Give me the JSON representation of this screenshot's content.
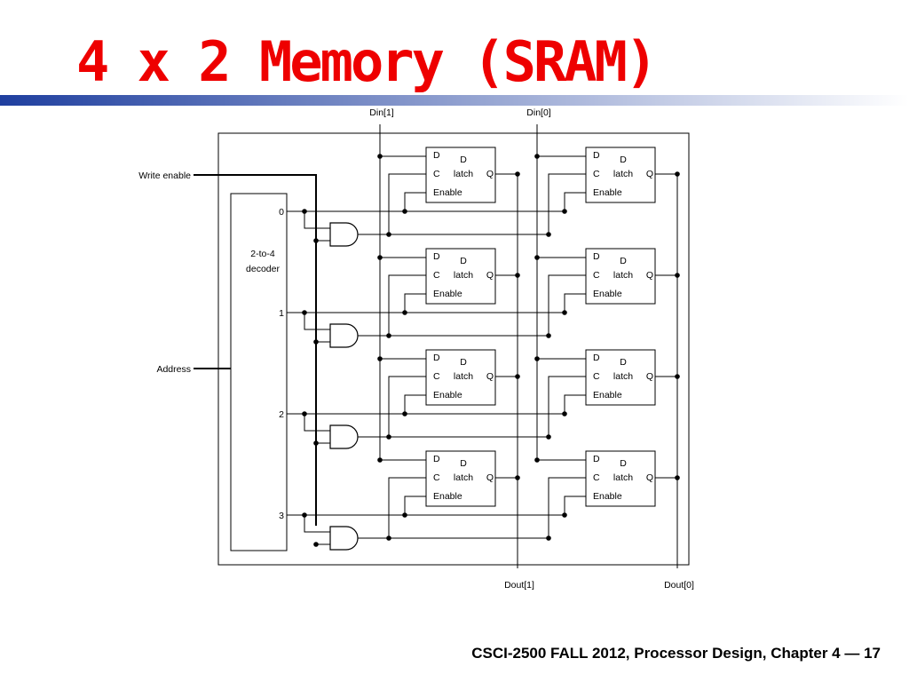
{
  "slide": {
    "title": "4 x 2 Memory (SRAM)",
    "footer": "CSCI-2500 FALL 2012, Processor Design, Chapter 4 — 17",
    "accent_color": "#ee0000",
    "rule_gradient": [
      "#1f3f9f",
      "#ffffff"
    ]
  },
  "diagram": {
    "inputs": {
      "din": [
        "Din[1]",
        "Din[0]"
      ],
      "write_enable": "Write enable",
      "address": "Address"
    },
    "outputs": [
      "Dout[1]",
      "Dout[0]"
    ],
    "decoder": {
      "label_lines": [
        "2-to-4",
        "decoder"
      ],
      "outputs": [
        "0",
        "1",
        "2",
        "3"
      ]
    },
    "latch": {
      "d_pin": "D",
      "title_d": "D",
      "c_pin": "C",
      "title_latch": "latch",
      "q_pin": "Q",
      "enable_pin": "Enable"
    }
  }
}
